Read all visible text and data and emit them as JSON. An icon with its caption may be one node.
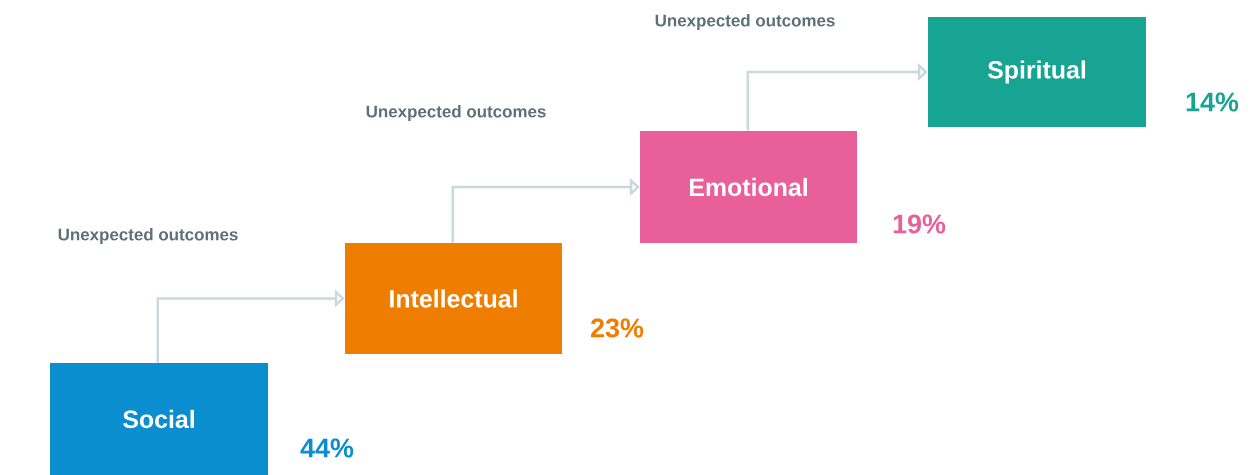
{
  "diagram": {
    "nodes": [
      {
        "text": [
          "Social"
        ],
        "beside": [
          "44%"
        ]
      },
      {
        "text": [
          "Intellectual"
        ],
        "beside": [
          "23%"
        ]
      },
      {
        "text": [
          "Emotional"
        ],
        "beside": [
          "19%"
        ]
      },
      {
        "text": [
          "Spiritual"
        ],
        "beside": [
          "14%"
        ]
      }
    ],
    "edges": [
      {
        "from": 0,
        "to": 1,
        "arrow": "to",
        "label": "Unexpected outcomes"
      },
      {
        "from": 1,
        "to": 2,
        "arrow": "to",
        "label": "Unexpected outcomes"
      },
      {
        "from": 2,
        "to": 3,
        "arrow": "to",
        "label": "Unexpected outcomes"
      }
    ]
  }
}
